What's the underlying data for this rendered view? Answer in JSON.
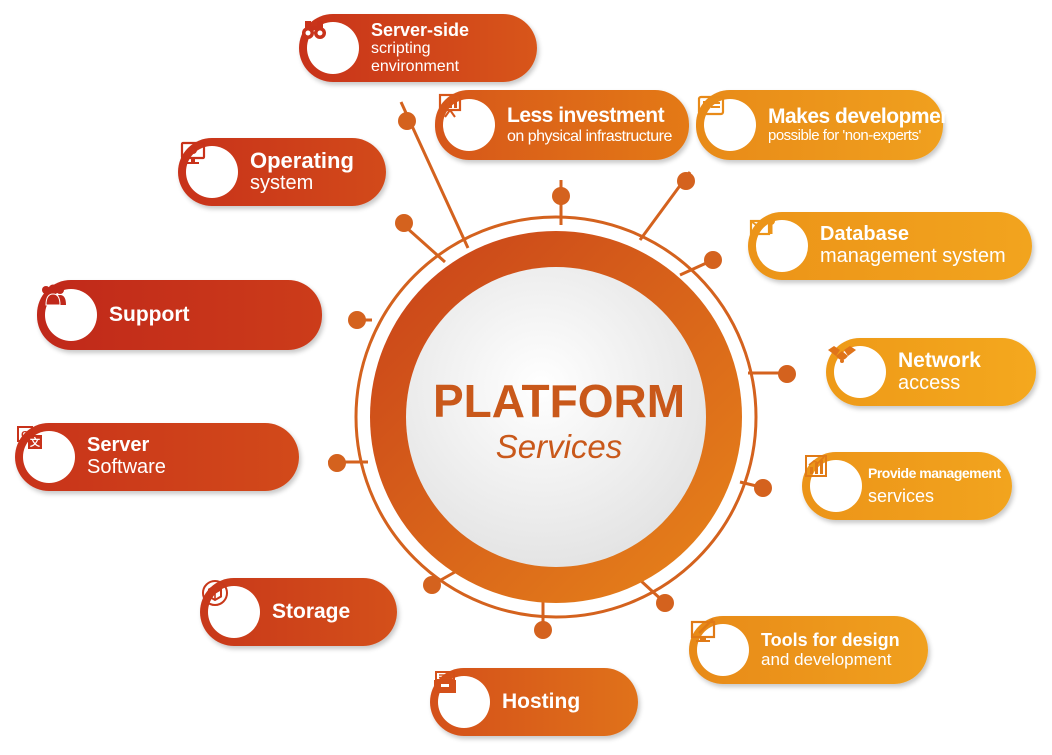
{
  "center": {
    "title": "PLATFORM",
    "subtitle": "Services"
  },
  "colors": {
    "red": "#c8321a",
    "orange": "#e07a14",
    "amber": "#f0a01e",
    "ring": "#d4621e",
    "accent_text": "#c9581a"
  },
  "items": [
    {
      "line1": "Server-side",
      "line2": "scripting",
      "line3": "environment",
      "icon": "binoculars-icon"
    },
    {
      "line1": "Less investment",
      "line2": "on physical infrastructure",
      "icon": "presentation-board-icon"
    },
    {
      "line1": "Makes development",
      "line2": "possible for 'non-experts'",
      "icon": "id-card-icon"
    },
    {
      "line1": "Operating",
      "line2": "system",
      "icon": "monitor-icon"
    },
    {
      "line1": "Database",
      "line2": "management system",
      "icon": "mail-key-icon"
    },
    {
      "line1": "Support",
      "icon": "people-group-icon"
    },
    {
      "line1": "Network",
      "line2": "access",
      "icon": "handshake-icon"
    },
    {
      "line1": "Server",
      "line2": "Software",
      "icon": "translate-icon"
    },
    {
      "line1": "Provide management",
      "line2": "services",
      "icon": "bar-chart-icon"
    },
    {
      "line1": "Storage",
      "icon": "cube-icon"
    },
    {
      "line1": "Tools for design",
      "line2": "and development",
      "icon": "design-screen-icon"
    },
    {
      "line1": "Hosting",
      "icon": "server-box-icon"
    }
  ]
}
